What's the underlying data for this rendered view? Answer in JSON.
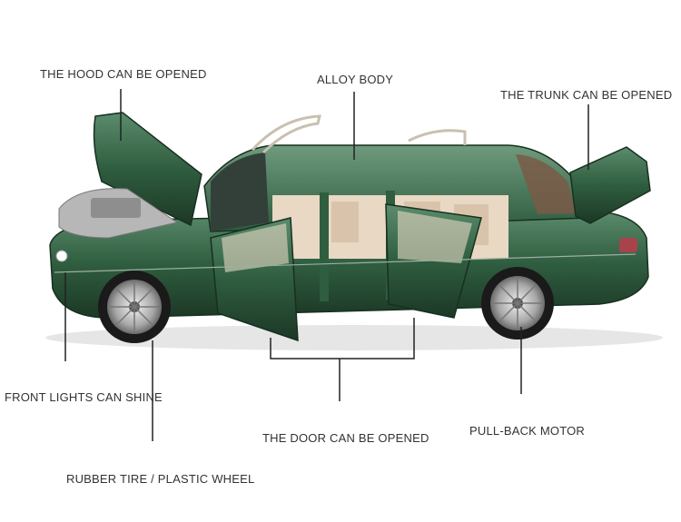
{
  "image": {
    "subject": "green stretched model limousine with hood, doors and trunk opened",
    "colors": {
      "body": "#2f5d3f",
      "body_dark": "#1f3f2b",
      "body_light": "#4f8060",
      "interior": "#e8d8c4",
      "chrome": "#c8c8c8",
      "tire": "#1a1a1a",
      "callout_line": "#222222",
      "label_text": "#333333"
    }
  },
  "callouts": {
    "hood": "THE HOOD CAN BE OPENED",
    "body": "ALLOY BODY",
    "trunk": "THE TRUNK CAN BE OPENED",
    "lights": "FRONT LIGHTS CAN SHINE",
    "door": "THE DOOR CAN BE OPENED",
    "motor": "PULL-BACK MOTOR",
    "tire": "RUBBER TIRE / PLASTIC WHEEL"
  }
}
